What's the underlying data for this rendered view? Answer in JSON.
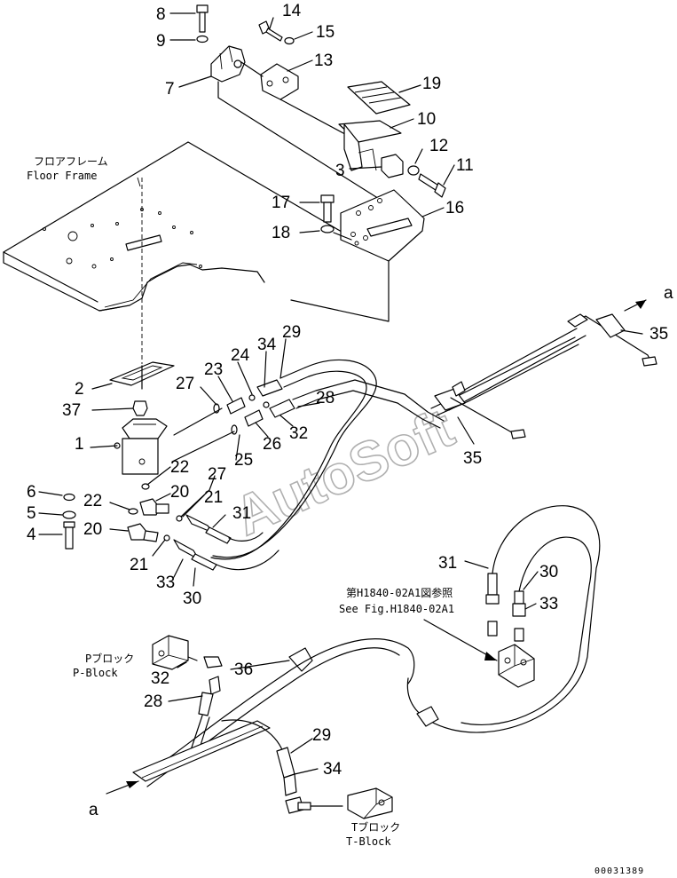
{
  "watermark": "AutoSoft",
  "labels": {
    "floor_frame_jp": "フロアフレーム",
    "floor_frame_en": "Floor Frame",
    "see_fig_jp": "第H1840-02A1図参照",
    "see_fig_en": "See Fig.H1840-02A1",
    "p_block_jp": "Pブロック",
    "p_block_en": "P-Block",
    "t_block_jp": "Tブロック",
    "t_block_en": "T-Block",
    "arrow_ref_top": "a",
    "arrow_ref_bottom": "a",
    "drawing_code": "00031389"
  },
  "callouts": [
    {
      "id": "c8",
      "text": "8"
    },
    {
      "id": "c9",
      "text": "9"
    },
    {
      "id": "c7",
      "text": "7"
    },
    {
      "id": "c14",
      "text": "14"
    },
    {
      "id": "c15",
      "text": "15"
    },
    {
      "id": "c13",
      "text": "13"
    },
    {
      "id": "c19",
      "text": "19"
    },
    {
      "id": "c10",
      "text": "10"
    },
    {
      "id": "c12",
      "text": "12"
    },
    {
      "id": "c3",
      "text": "3"
    },
    {
      "id": "c11",
      "text": "11"
    },
    {
      "id": "c17",
      "text": "17"
    },
    {
      "id": "c16",
      "text": "16"
    },
    {
      "id": "c18",
      "text": "18"
    },
    {
      "id": "c35a",
      "text": "35"
    },
    {
      "id": "c29a",
      "text": "29"
    },
    {
      "id": "c34a",
      "text": "34"
    },
    {
      "id": "c24",
      "text": "24"
    },
    {
      "id": "c23",
      "text": "23"
    },
    {
      "id": "c27a",
      "text": "27"
    },
    {
      "id": "c2",
      "text": "2"
    },
    {
      "id": "c37",
      "text": "37"
    },
    {
      "id": "c28a",
      "text": "28"
    },
    {
      "id": "c1",
      "text": "1"
    },
    {
      "id": "c32a",
      "text": "32"
    },
    {
      "id": "c26",
      "text": "26"
    },
    {
      "id": "c35b",
      "text": "35"
    },
    {
      "id": "c22a",
      "text": "22"
    },
    {
      "id": "c27b",
      "text": "27"
    },
    {
      "id": "c25",
      "text": "25"
    },
    {
      "id": "c6",
      "text": "6"
    },
    {
      "id": "c20a",
      "text": "20"
    },
    {
      "id": "c22b",
      "text": "22"
    },
    {
      "id": "c21a",
      "text": "21"
    },
    {
      "id": "c5",
      "text": "5"
    },
    {
      "id": "c31a",
      "text": "31"
    },
    {
      "id": "c4",
      "text": "4"
    },
    {
      "id": "c20b",
      "text": "20"
    },
    {
      "id": "c21b",
      "text": "21"
    },
    {
      "id": "c33a",
      "text": "33"
    },
    {
      "id": "c30a",
      "text": "30"
    },
    {
      "id": "c31b",
      "text": "31"
    },
    {
      "id": "c30b",
      "text": "30"
    },
    {
      "id": "c33b",
      "text": "33"
    },
    {
      "id": "c32b",
      "text": "32"
    },
    {
      "id": "c36",
      "text": "36"
    },
    {
      "id": "c28b",
      "text": "28"
    },
    {
      "id": "c29b",
      "text": "29"
    },
    {
      "id": "c34b",
      "text": "34"
    }
  ]
}
